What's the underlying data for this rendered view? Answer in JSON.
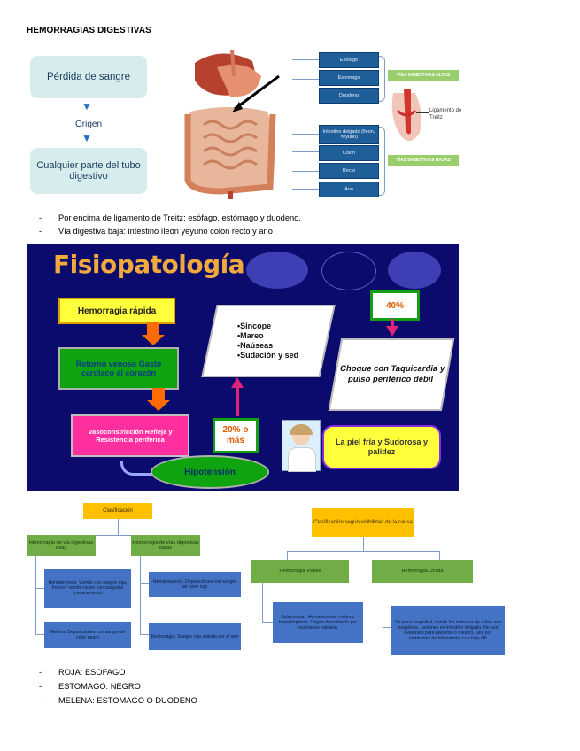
{
  "title": "HEMORRAGIAS DIGESTIVAS",
  "figure1": {
    "flow_top": "Pérdida de sangre",
    "flow_mid": "Origen",
    "flow_bottom": "Cualquier parte del tubo digestivo",
    "upper_organs": [
      "Esófago",
      "Estomago",
      "Duodeno"
    ],
    "lower_organs": [
      "Intestino delgado (Ileon, Yeyuno)",
      "Colon",
      "Recto",
      "Ano"
    ],
    "upper_tag": "VÍAS DIGESTIVAS ALTAS",
    "lower_tag": "VÍAS DIGESTIVAS BAJAS",
    "treitz": "Ligamento de Treitz"
  },
  "bullets1": [
    "Por encima de ligamento de Treitz: esófago, estómago y duodeno.",
    "Vía digestiva baja: intestino íleon yeyuno colon recto y ano"
  ],
  "figure2": {
    "title": "Fisiopatología",
    "hemorragia": "Hemorragia rápida",
    "retorno": "Retorno venoso Gasto cardiaco al corazón",
    "vaso": "Vasoconstricción Refleja y Resistencia periférica",
    "hipotension": "Hipotensión",
    "veinte": "20% o más",
    "sintomas": [
      "•Sincope",
      "•Mareo",
      "•Naúseas",
      "•Sudación y sed"
    ],
    "cuarenta": "40%",
    "choque": "Choque con Taquicardia y pulso periférico débil",
    "piel": "La piel fría y Sudorosa y palidez"
  },
  "figure3": {
    "clasificacion": "Clasificación",
    "alta": "Hemorragia de vía digestivas Altas",
    "baja": "Hemorragia de vías digestivas Bajas",
    "hematemesis": "Hematemesis: Vomito con sangre roja, fresca / vomito negro con coagulos (melanemesis)",
    "melena": "Melena: Deposiciones con sangre de color negro",
    "hematoquecia": "Hematoquecia: Deposiciones con sangre de color rojo",
    "rectorragia": "Rectorragia: Sangre roja aislada por el ano",
    "clasif_vis": "Clasificación según visibilidad de la causa",
    "visible": "Hemorragia Visible",
    "oculta": "Hemorragia Oculta",
    "visible_desc": "Exteriorizan: Hematemesis, melena, hematoquecia. Origen descubierto por exámenes rutinario",
    "oculta_desc": "De poca magnitud, donde los métodos de rutina son negativos. Lesiones en intestino delgado. No son evidentes para paciente o médico, sino por exámenes de laboratorio, con baja Hb"
  },
  "bullets2": [
    "ROJA: ESOFAGO",
    "ESTOMAGO: NEGRO",
    "MELENA: ESTOMAGO O DUODENO"
  ],
  "colors": {
    "navy": "#0b0b6e",
    "orange": "#ff6b00",
    "green": "#0fa30f",
    "pink": "#ff2fa0",
    "yellow": "#ffff3c"
  }
}
